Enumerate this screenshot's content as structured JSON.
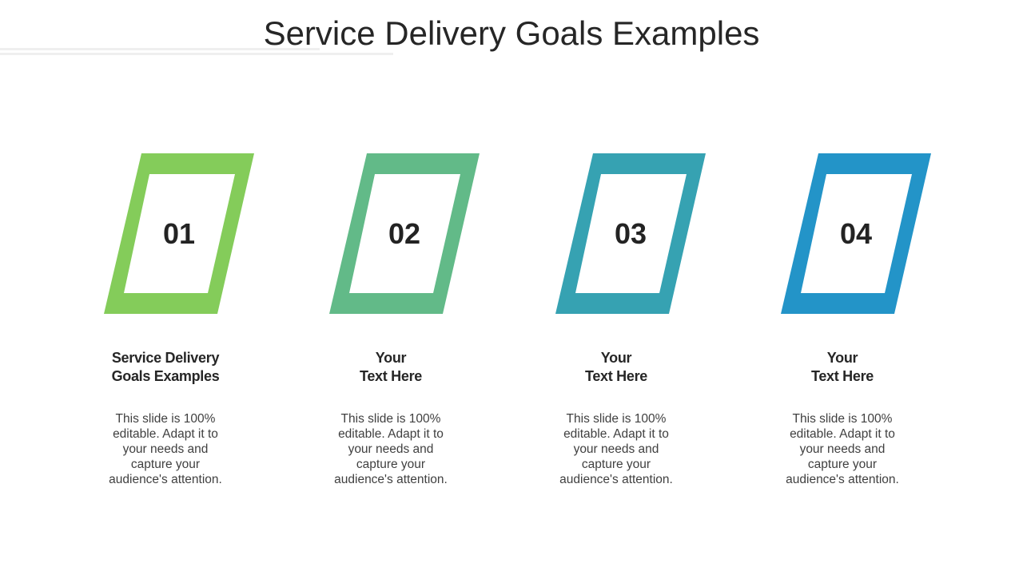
{
  "slide": {
    "title": "Service Delivery Goals Examples"
  },
  "steps": [
    {
      "number": "01",
      "color": "#84CC5A",
      "heading_line1": "Service Delivery",
      "heading_line2": "Goals Examples",
      "desc_line1": "This slide is 100%",
      "desc_line2": "editable. Adapt it to",
      "desc_line3": "your needs and",
      "desc_line4": "capture your",
      "desc_line5": "audience's attention."
    },
    {
      "number": "02",
      "color": "#62BA88",
      "heading_line1": "Your",
      "heading_line2": "Text Here",
      "desc_line1": "This slide is 100%",
      "desc_line2": "editable. Adapt it to",
      "desc_line3": "your needs and",
      "desc_line4": "capture your",
      "desc_line5": "audience's attention."
    },
    {
      "number": "03",
      "color": "#36A2B2",
      "heading_line1": "Your",
      "heading_line2": "Text Here",
      "desc_line1": "This slide is 100%",
      "desc_line2": "editable. Adapt it to",
      "desc_line3": "your needs and",
      "desc_line4": "capture your",
      "desc_line5": "audience's attention."
    },
    {
      "number": "04",
      "color": "#2394C8",
      "heading_line1": "Your",
      "heading_line2": "Text Here",
      "desc_line1": "This slide is 100%",
      "desc_line2": "editable. Adapt it to",
      "desc_line3": "your needs and",
      "desc_line4": "capture your",
      "desc_line5": "audience's attention."
    }
  ]
}
